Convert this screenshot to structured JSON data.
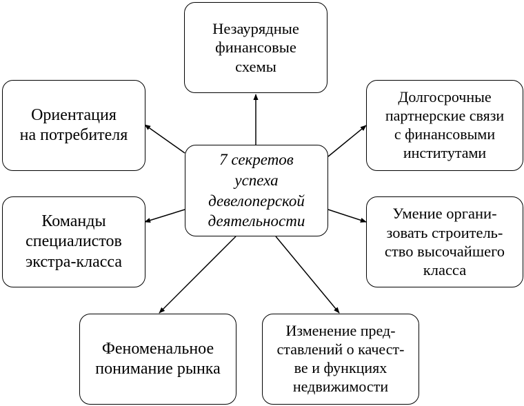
{
  "diagram": {
    "center": "7 секретов\nуспеха\nдевелоперской\nдеятельности",
    "nodes": {
      "top": "Незаурядные\nфинансовые\nсхемы",
      "top_left": "Ориентация\nна потребителя",
      "top_right": "Долгосрочные\nпартнерские связи\nс финансовыми\nинститутами",
      "mid_left": "Команды\nспециалистов\nэкстра-класса",
      "mid_right": "Умение органи-\nзовать строитель-\nство высочайшего\nкласса",
      "bottom_left": "Феноменальное\nпонимание рынка",
      "bottom_right": "Изменение пред-\nставлений о качест-\nве и функциях\nнедвижимости"
    },
    "colors": {
      "stroke": "#000000",
      "fill": "#ffffff"
    }
  }
}
